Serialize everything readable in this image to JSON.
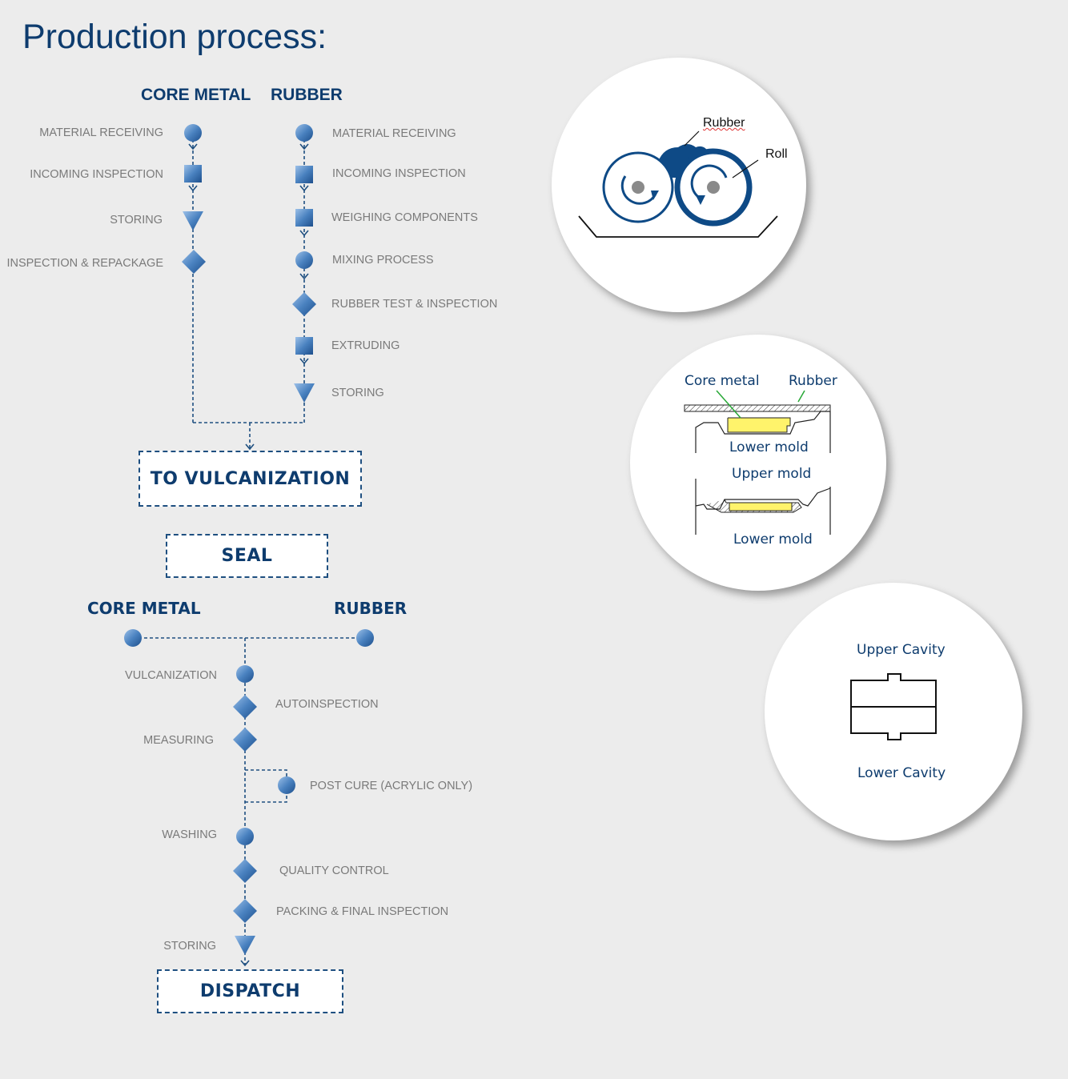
{
  "title": "Production process:",
  "colors": {
    "heading": "#0e3c6e",
    "node": "#3d78b8",
    "line": "#1e4f80",
    "label": "#7a7a7a"
  },
  "top_flow": {
    "core_metal_header": "CORE METAL",
    "rubber_header": "RUBBER",
    "core_metal_steps": [
      {
        "label": "MATERIAL RECEIVING",
        "shape": "circle"
      },
      {
        "label": "INCOMING INSPECTION",
        "shape": "square"
      },
      {
        "label": "STORING",
        "shape": "triangle"
      },
      {
        "label": "INSPECTION & REPACKAGE",
        "shape": "diamond"
      }
    ],
    "rubber_steps": [
      {
        "label": "MATERIAL RECEIVING",
        "shape": "circle"
      },
      {
        "label": "INCOMING INSPECTION",
        "shape": "square"
      },
      {
        "label": "WEIGHING COMPONENTS",
        "shape": "square"
      },
      {
        "label": "MIXING PROCESS",
        "shape": "circle"
      },
      {
        "label": "RUBBER TEST & INSPECTION",
        "shape": "diamond"
      },
      {
        "label": "EXTRUDING",
        "shape": "square"
      },
      {
        "label": "STORING",
        "shape": "triangle"
      }
    ],
    "merge_box": "TO VULCANIZATION"
  },
  "seal_box": "SEAL",
  "bottom_flow": {
    "core_metal_header": "CORE METAL",
    "rubber_header": "RUBBER",
    "steps": [
      {
        "label": "VULCANIZATION",
        "shape": "circle"
      },
      {
        "label": "AUTOINSPECTION",
        "shape": "diamond"
      },
      {
        "label": "MEASURING",
        "shape": "diamond"
      },
      {
        "label": "POST CURE (ACRYLIC ONLY)",
        "shape": "circle"
      },
      {
        "label": "WASHING",
        "shape": "circle"
      },
      {
        "label": "QUALITY CONTROL",
        "shape": "diamond"
      },
      {
        "label": "PACKING & FINAL INSPECTION",
        "shape": "diamond"
      },
      {
        "label": "STORING",
        "shape": "triangle"
      }
    ],
    "end_box": "DISPATCH"
  },
  "diagrams": {
    "mixing": {
      "rubber_label": "Rubber",
      "roll_label": "Roll"
    },
    "mold": {
      "core_metal_label": "Core metal",
      "rubber_label": "Rubber",
      "lower_mold_1": "Lower mold",
      "upper_mold": "Upper mold",
      "lower_mold_2": "Lower mold"
    },
    "cavity": {
      "upper": "Upper Cavity",
      "lower": "Lower Cavity"
    }
  }
}
